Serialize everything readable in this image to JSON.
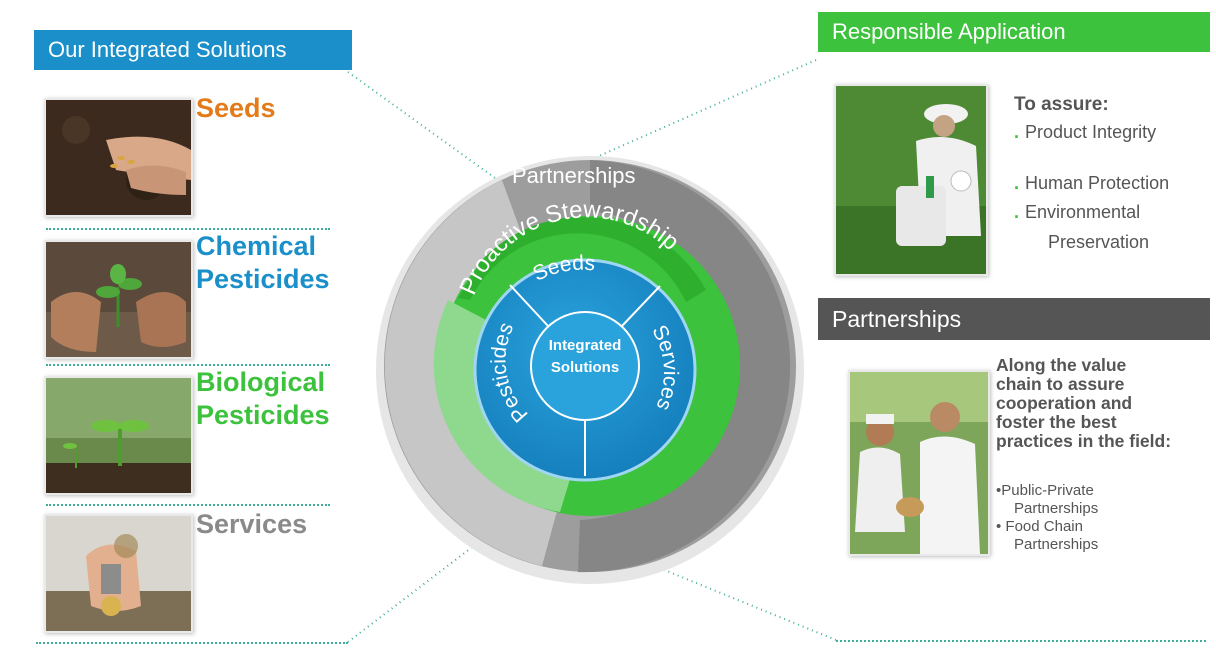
{
  "left": {
    "banner": "Our Integrated Solutions",
    "items": [
      {
        "line1": "Seeds",
        "line2": "",
        "color": "#e47b1a"
      },
      {
        "line1": "Chemical",
        "line2": "Pesticides",
        "color": "#1a8fc9"
      },
      {
        "line1": "Biological",
        "line2": "Pesticides",
        "color": "#3cc23c"
      },
      {
        "line1": "Services",
        "line2": "",
        "color": "#8a8a8a"
      }
    ]
  },
  "center": {
    "outer_ring_label": "Partnerships",
    "green_ring_label": "Proactive Stewardship",
    "segments": [
      "Seeds",
      "Services",
      "Pesticides"
    ],
    "core_line1": "Integrated",
    "core_line2": "Solutions"
  },
  "right_top": {
    "banner": "Responsible Application",
    "heading": "To assure:",
    "bullets": [
      "Product Integrity",
      "Human Protection",
      "Environmental",
      "Preservation"
    ]
  },
  "right_bottom": {
    "banner": "Partnerships",
    "text_lines": [
      "Along the value",
      "chain to assure",
      "cooperation and",
      "foster the best",
      "practices in the field:"
    ],
    "list_lines": [
      "•Public-Private",
      "Partnerships",
      "• Food Chain",
      "Partnerships"
    ]
  },
  "colors": {
    "blue": "#1a8fc9",
    "green": "#3cc23c",
    "gray": "#8f8f8f",
    "orange": "#e47b1a"
  }
}
